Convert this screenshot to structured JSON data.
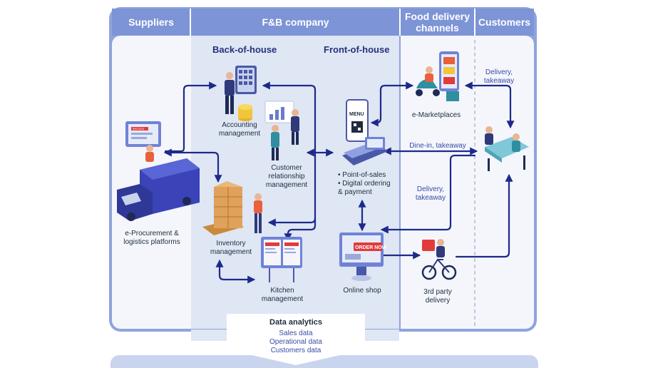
{
  "colors": {
    "header_blue": "#7d94d6",
    "panel_border": "#8fa3dd",
    "panel_fill": "#f2f5fc",
    "company_fill": "#dde5f4",
    "arrow_navy": "#1d2a8a",
    "flow_text": "#3a4aa8",
    "truck_blue": "#3a43b8",
    "menu_red": "#e23b3b"
  },
  "headers": {
    "suppliers": "Suppliers",
    "company": "F&B company",
    "delivery_channels": "Food delivery\nchannels",
    "customers": "Customers"
  },
  "subheaders": {
    "back_of_house": "Back-of-house",
    "front_of_house": "Front-of-house"
  },
  "nodes": {
    "procurement": "e-Procurement &\nlogistics platforms",
    "accounting": "Accounting\nmanagement",
    "crm": "Customer\nrelationship\nmanagement",
    "inventory": "Inventory\nmanagement",
    "kitchen": "Kitchen\nmanagement",
    "pos": "• Point-of-sales\n• Digital ordering\n  & payment",
    "online_shop": "Online shop",
    "emarketplaces": "e-Marketplaces",
    "third_party": "3rd party\ndelivery"
  },
  "icon_text": {
    "invoice": "INVOICE",
    "menu": "MENU",
    "order_now": "ORDER NOW"
  },
  "flows": {
    "delivery_takeaway_top": "Delivery,\ntakeaway",
    "dine_in": "Dine-in, takeaway",
    "delivery_takeaway_mid": "Delivery,\ntakeaway"
  },
  "analytics": {
    "title": "Data analytics",
    "items": [
      "Sales data",
      "Operational data",
      "Customers data"
    ]
  },
  "icons": [
    "accounting-calculator-icon",
    "coins-icon",
    "crm-chart-icon",
    "invoice-screen-icon",
    "truck-icon",
    "boxes-pallet-icon",
    "kitchen-screen-icon",
    "menu-phone-icon",
    "pos-terminal-icon",
    "online-shop-monitor-icon",
    "scooter-phone-icon",
    "dining-table-icon",
    "delivery-bicycle-icon"
  ]
}
